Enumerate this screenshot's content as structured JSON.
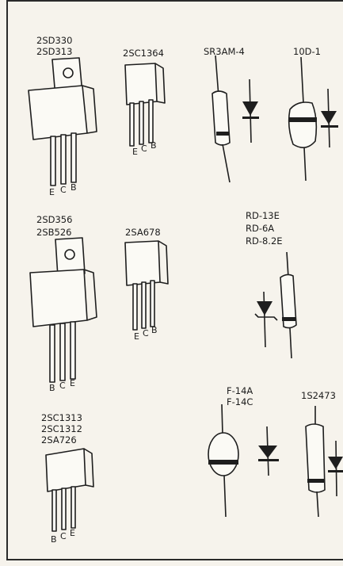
{
  "components": [
    {
      "id": "to220-a",
      "lines": [
        "2SD330",
        "2SD313"
      ],
      "pins": [
        "E",
        "C",
        "B"
      ]
    },
    {
      "id": "to126-a",
      "lines": [
        "2SC1364"
      ],
      "pins": [
        "E",
        "C",
        "B"
      ]
    },
    {
      "id": "diode-a",
      "lines": [
        "SR3AM-4"
      ]
    },
    {
      "id": "diode-b",
      "lines": [
        "10D-1"
      ]
    },
    {
      "id": "to220-b",
      "lines": [
        "2SD356",
        "2SB526"
      ],
      "pins": [
        "B",
        "C",
        "E"
      ]
    },
    {
      "id": "to126-b",
      "lines": [
        "2SA678"
      ],
      "pins": [
        "E",
        "C",
        "B"
      ]
    },
    {
      "id": "zener",
      "lines": [
        "RD-13E",
        "RD-6A",
        "RD-8.2E"
      ]
    },
    {
      "id": "to92",
      "lines": [
        "2SC1313",
        "2SC1312",
        "2SA726"
      ],
      "pins": [
        "B",
        "C",
        "E"
      ]
    },
    {
      "id": "diode-c",
      "lines": [
        "F-14A",
        "F-14C"
      ]
    },
    {
      "id": "diode-d",
      "lines": [
        "1S2473"
      ]
    }
  ]
}
